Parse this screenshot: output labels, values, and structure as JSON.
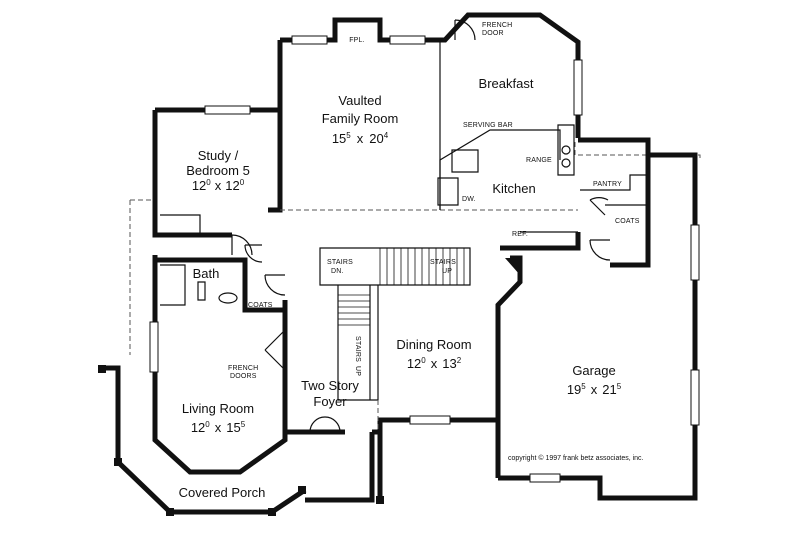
{
  "rooms": {
    "study_l1": "Study /",
    "study_l2": "Bedroom 5",
    "study_w": "12",
    "study_wsup": "0",
    "study_d": "12",
    "study_dsup": "0",
    "family_l1": "Vaulted",
    "family_l2": "Family Room",
    "family_w": "15",
    "family_wsup": "5",
    "family_d": "20",
    "family_dsup": "4",
    "breakfast": "Breakfast",
    "kitchen": "Kitchen",
    "bath": "Bath",
    "living": "Living Room",
    "living_w": "12",
    "living_wsup": "0",
    "living_d": "15",
    "living_dsup": "5",
    "foyer_l1": "Two Story",
    "foyer_l2": "Foyer",
    "dining": "Dining Room",
    "dining_w": "12",
    "dining_wsup": "0",
    "dining_d": "13",
    "dining_dsup": "2",
    "garage": "Garage",
    "garage_w": "19",
    "garage_wsup": "5",
    "garage_d": "21",
    "garage_dsup": "5",
    "porch": "Covered Porch",
    "times": "x"
  },
  "labels": {
    "fpl": "FPL.",
    "french_door_l1": "FRENCH",
    "french_door_l2": "DOOR",
    "serving_bar": "SERVING BAR",
    "range": "RANGE",
    "dw": "DW.",
    "pantry": "PANTRY",
    "coats_kitchen": "COATS",
    "ref": "REF.",
    "stairs_dn_l1": "STAIRS",
    "stairs_dn_l2": "DN.",
    "stairs_up_l1": "STAIRS",
    "stairs_up_l2": "UP",
    "stairs_foyer": "STAIRS",
    "stairs_foyer_up": "UP",
    "coats_bath": "COATS",
    "french_doors_l1": "FRENCH",
    "french_doors_l2": "DOORS"
  },
  "copyright": "copyright © 1997 frank betz associates, inc."
}
